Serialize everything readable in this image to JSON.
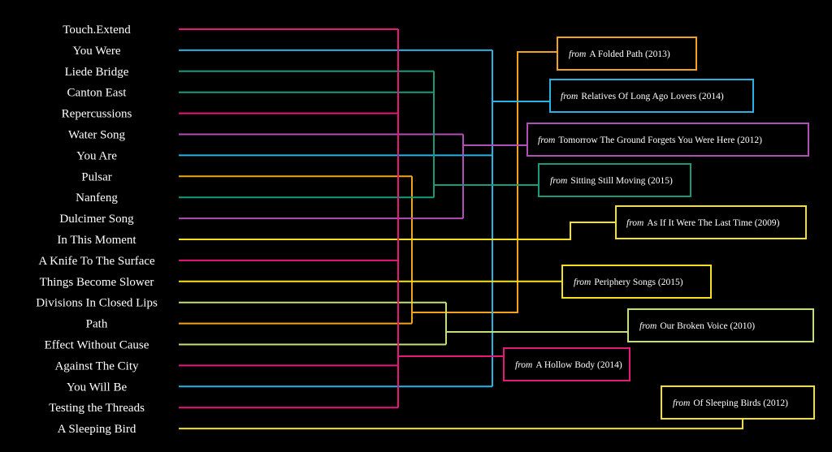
{
  "colors": {
    "background": "#000000",
    "text": "#ffffff",
    "pink": "#e8177a",
    "cyan": "#27b3e6",
    "green": "#1b9a78",
    "purple": "#b04fb7",
    "orange": "#f2a31b",
    "yellow": "#f5e11d",
    "lightgreen": "#bfe07a"
  },
  "from_word": "from",
  "tracks": [
    {
      "id": "t0",
      "label": "Touch.Extend",
      "album": "a_hollow"
    },
    {
      "id": "t1",
      "label": "You Were",
      "album": "a_relatives"
    },
    {
      "id": "t2",
      "label": "Liede Bridge",
      "album": "a_sitting"
    },
    {
      "id": "t3",
      "label": "Canton East",
      "album": "a_sitting"
    },
    {
      "id": "t4",
      "label": "Repercussions",
      "album": "a_hollow"
    },
    {
      "id": "t5",
      "label": "Water Song",
      "album": "a_tomorrow"
    },
    {
      "id": "t6",
      "label": "You Are",
      "album": "a_relatives"
    },
    {
      "id": "t7",
      "label": "Pulsar",
      "album": "a_folded"
    },
    {
      "id": "t8",
      "label": "Nanfeng",
      "album": "a_sitting"
    },
    {
      "id": "t9",
      "label": "Dulcimer Song",
      "album": "a_tomorrow"
    },
    {
      "id": "t10",
      "label": "In This Moment",
      "album": "a_asif"
    },
    {
      "id": "t11",
      "label": "A Knife To The Surface",
      "album": "a_hollow"
    },
    {
      "id": "t12",
      "label": "Things Become Slower",
      "album": "a_periphery"
    },
    {
      "id": "t13",
      "label": "Divisions In Closed Lips",
      "album": "a_broken"
    },
    {
      "id": "t14",
      "label": "Path",
      "album": "a_folded"
    },
    {
      "id": "t15",
      "label": "Effect Without Cause",
      "album": "a_broken"
    },
    {
      "id": "t16",
      "label": "Against The City",
      "album": "a_hollow"
    },
    {
      "id": "t17",
      "label": "You Will Be",
      "album": "a_relatives"
    },
    {
      "id": "t18",
      "label": "Testing the Threads",
      "album": "a_hollow"
    },
    {
      "id": "t19",
      "label": "A Sleeping Bird",
      "album": "a_sleeping"
    }
  ],
  "albums": [
    {
      "id": "a_folded",
      "title": "A Folded Path (2013)",
      "color": "orange"
    },
    {
      "id": "a_relatives",
      "title": "Relatives Of Long Ago Lovers (2014)",
      "color": "cyan"
    },
    {
      "id": "a_tomorrow",
      "title": "Tomorrow The Ground Forgets You Were Here (2012)",
      "color": "purple"
    },
    {
      "id": "a_sitting",
      "title": "Sitting Still Moving (2015)",
      "color": "green"
    },
    {
      "id": "a_asif",
      "title": "As If It Were The Last Time (2009)",
      "color": "yellow"
    },
    {
      "id": "a_periphery",
      "title": "Periphery Songs (2015)",
      "color": "yellow"
    },
    {
      "id": "a_broken",
      "title": "Our Broken Voice (2010)",
      "color": "lightgreen"
    },
    {
      "id": "a_hollow",
      "title": "A Hollow Body (2014)",
      "color": "pink"
    },
    {
      "id": "a_sleeping",
      "title": "Of Sleeping Birds (2012)",
      "color": "yellow"
    }
  ]
}
